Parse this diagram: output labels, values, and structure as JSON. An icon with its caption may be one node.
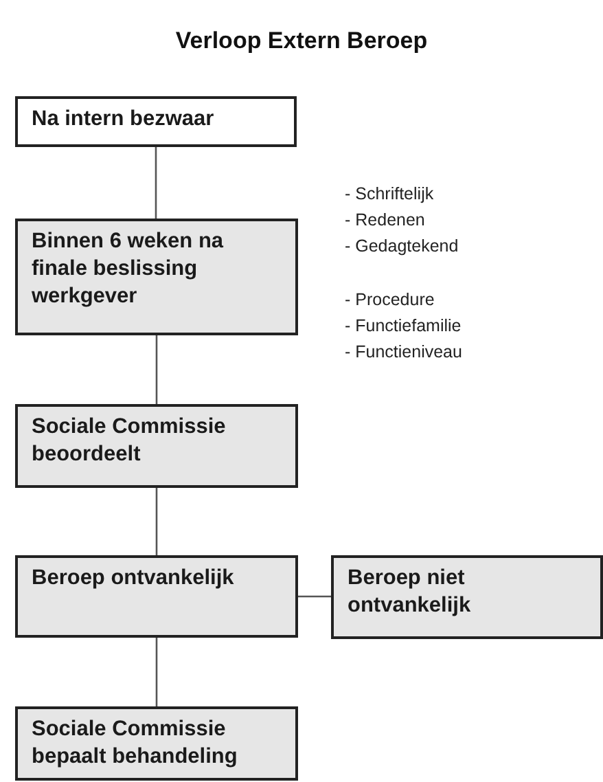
{
  "diagram": {
    "title": "Verloop Extern Beroep",
    "nodes": [
      {
        "text": [
          "Na intern bezwaar"
        ]
      },
      {
        "text": [
          "Binnen 6 weken na finale beslissing werkgever"
        ]
      },
      {
        "text": [
          "Sociale Commissie beoordeelt"
        ]
      },
      {
        "text": [
          "Beroep ontvankelijk"
        ]
      },
      {
        "text": [
          "Beroep niet ontvankelijk"
        ]
      },
      {
        "text": [
          "Sociale Commissie bepaalt behandeling"
        ]
      }
    ],
    "edges": [
      {
        "from": 0,
        "to": 1,
        "arrow": "none"
      },
      {
        "from": 1,
        "to": 2,
        "arrow": "none"
      },
      {
        "from": 2,
        "to": 3,
        "arrow": "none"
      },
      {
        "from": 3,
        "to": 4,
        "arrow": "none"
      },
      {
        "from": 3,
        "to": 5,
        "arrow": "none"
      }
    ],
    "labels": [
      "- Schriftelijk",
      "- Redenen",
      "- Gedagtekend",
      "- Procedure",
      "- Functiefamilie",
      "- Functieniveau"
    ]
  }
}
